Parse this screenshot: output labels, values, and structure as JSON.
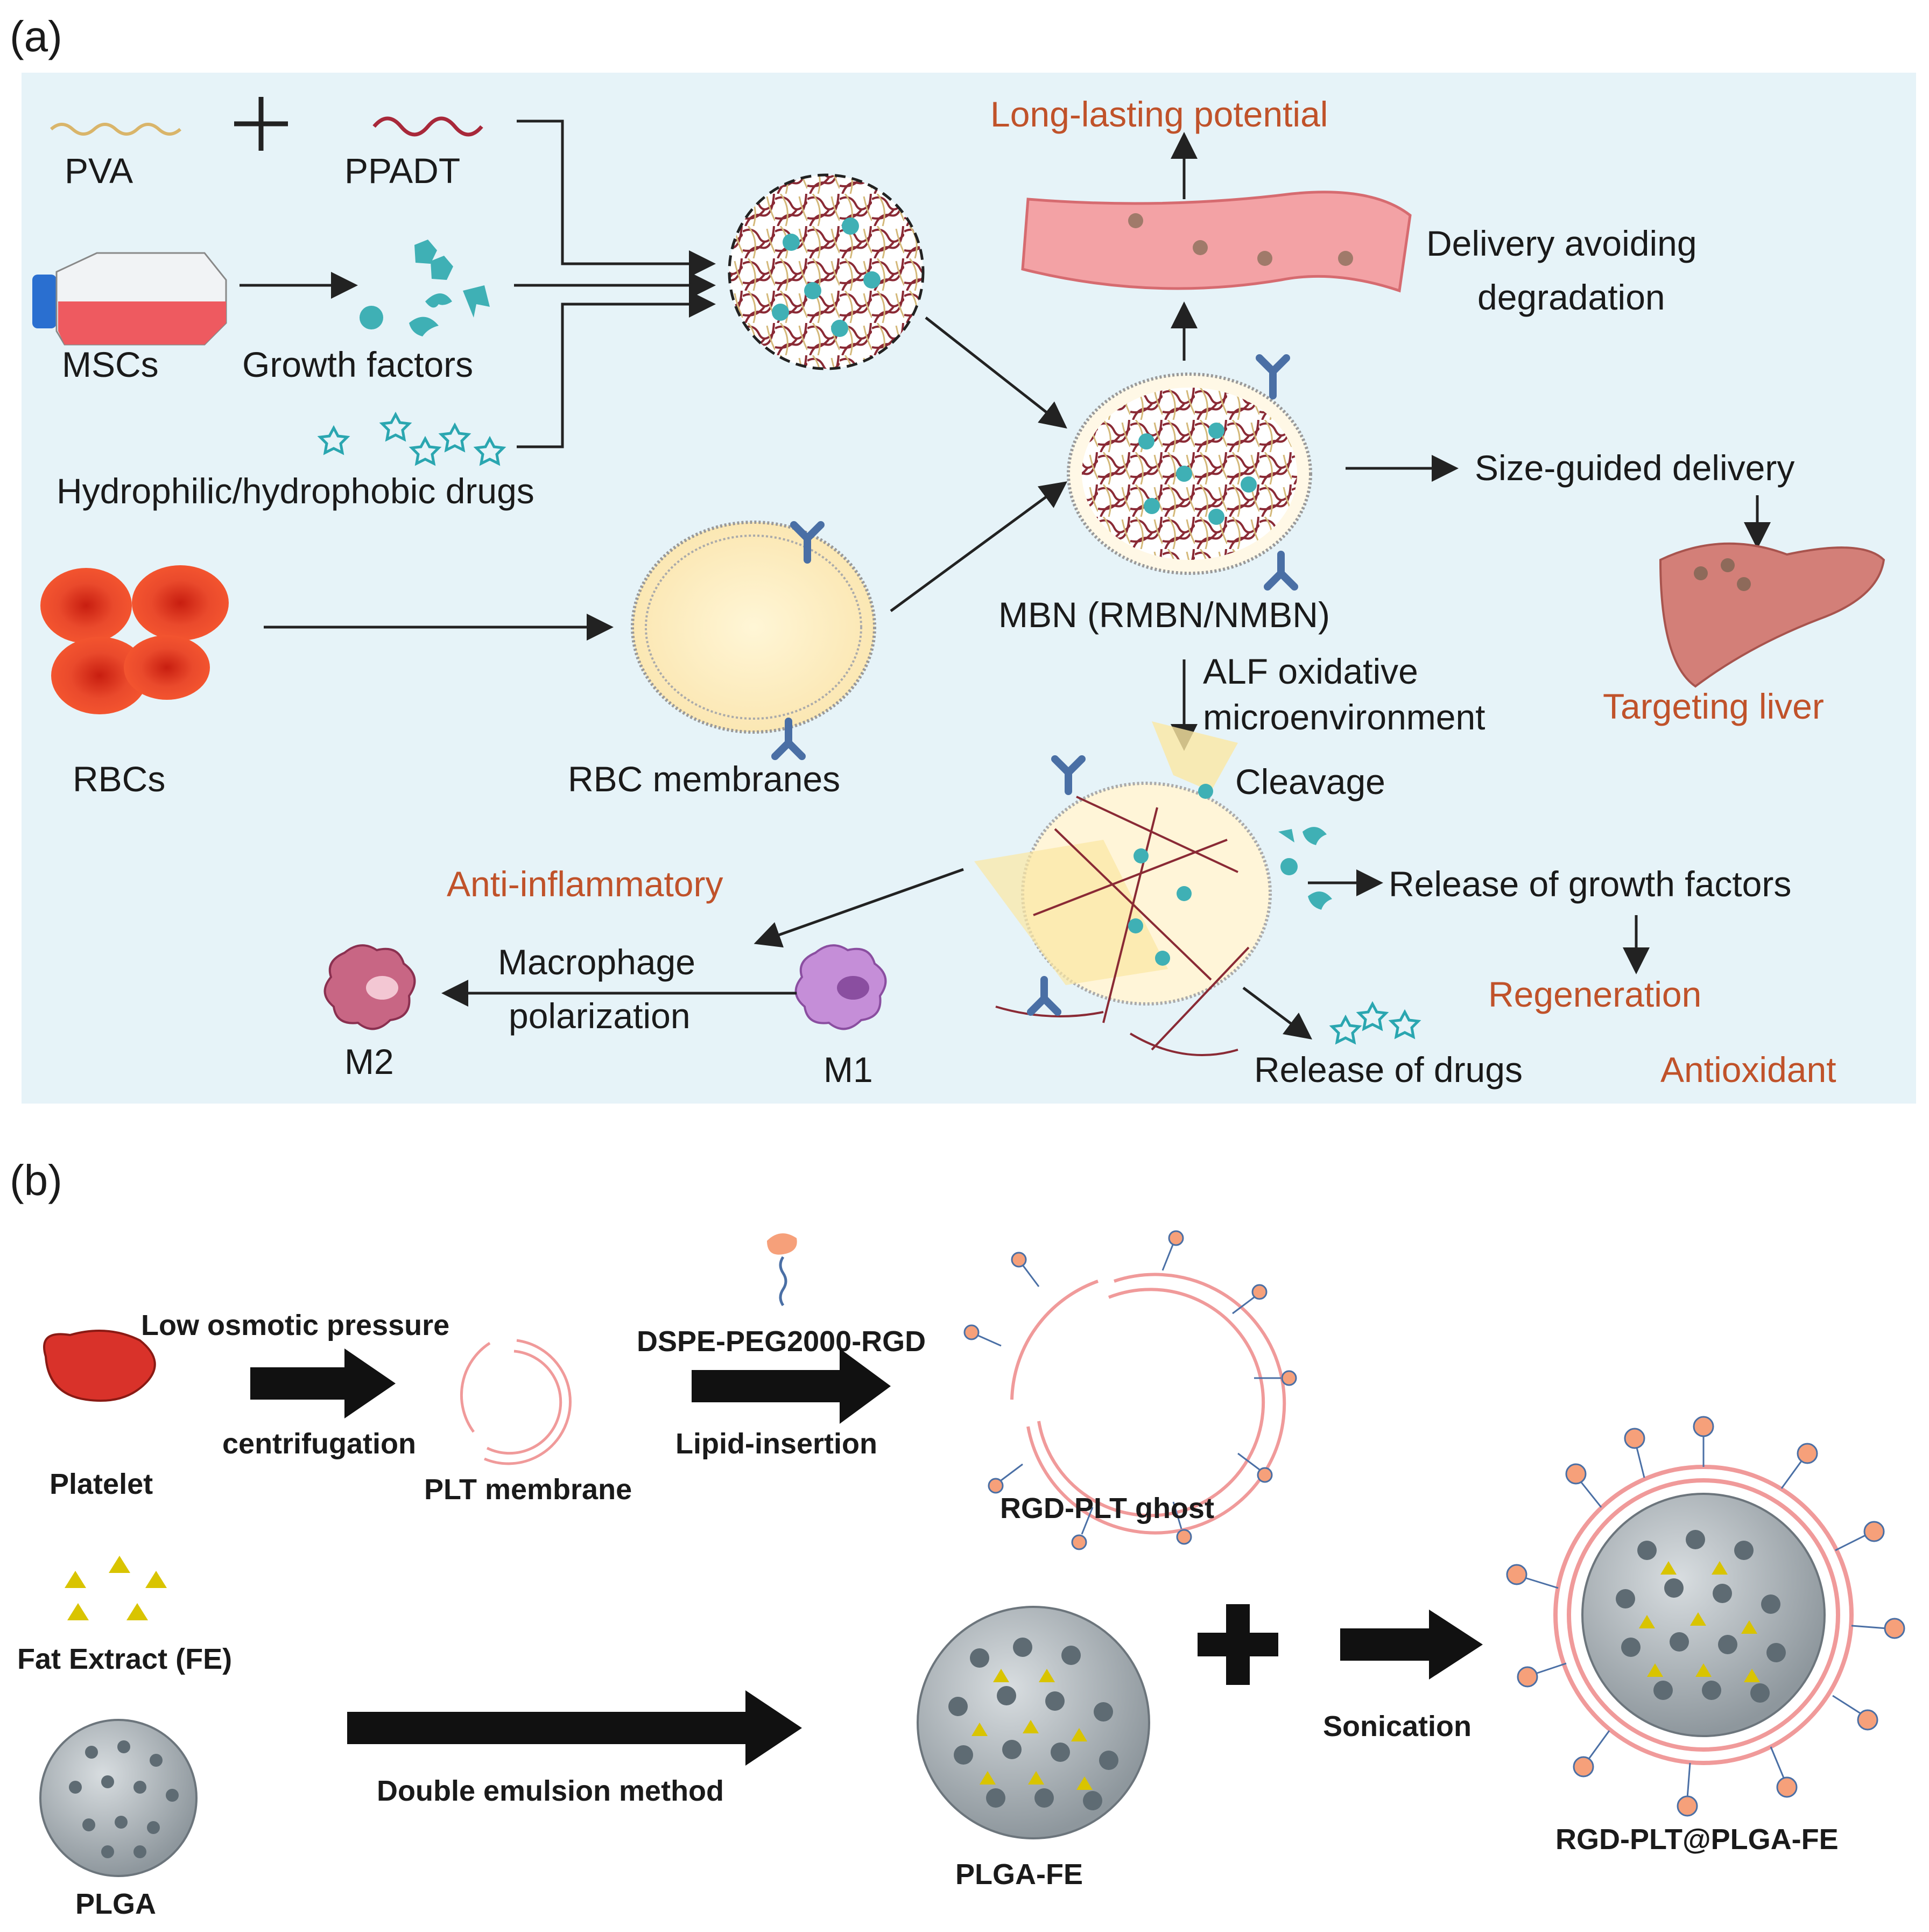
{
  "panel_a": {
    "label": "(a)",
    "pva": "PVA",
    "ppadt": "PPADT",
    "mscs": "MSCs",
    "growth_factors": "Growth factors",
    "drugs": "Hydrophilic/hydrophobic drugs",
    "rbcs": "RBCs",
    "rbc_membranes": "RBC membranes",
    "mbn": "MBN (RMBN/NMBN)",
    "long_lasting": "Long-lasting potential",
    "delivery_avoiding_1": "Delivery avoiding",
    "delivery_avoiding_2": "degradation",
    "size_guided": "Size-guided delivery",
    "targeting_liver": "Targeting liver",
    "alf_1": "ALF oxidative",
    "alf_2": "microenvironment",
    "cleavage": "Cleavage",
    "release_gf": "Release of growth factors",
    "regeneration": "Regeneration",
    "release_drugs": "Release of drugs",
    "antioxidant": "Antioxidant",
    "anti_inflammatory": "Anti-inflammatory",
    "macrophage_1": "Macrophage",
    "macrophage_2": "polarization",
    "m1": "M1",
    "m2": "M2"
  },
  "panel_b": {
    "label": "(b)",
    "platelet": "Platelet",
    "low_osmotic": "Low osmotic pressure",
    "centrifugation": "centrifugation",
    "plt_membrane": "PLT membrane",
    "dspe": "DSPE-PEG2000-RGD",
    "lipid_insertion": "Lipid-insertion",
    "rgd_ghost": "RGD-PLT ghost",
    "fat_extract": "Fat Extract (FE)",
    "plga": "PLGA",
    "double_emulsion": "Double emulsion method",
    "plga_fe": "PLGA-FE",
    "sonication": "Sonication",
    "rgd_plga_fe": "RGD-PLT@PLGA-FE"
  },
  "colors": {
    "panel_bg": "#e6f3f8",
    "orange_text": "#c0522a",
    "red_cell": "#e8412a",
    "network": "#8a2a35",
    "teal": "#3fb0b5",
    "antibody": "#4a6fa5",
    "membrane_pink": "#f09a9a",
    "plga_gray": "#a9b2b8",
    "fe_yellow": "#d9c400"
  }
}
